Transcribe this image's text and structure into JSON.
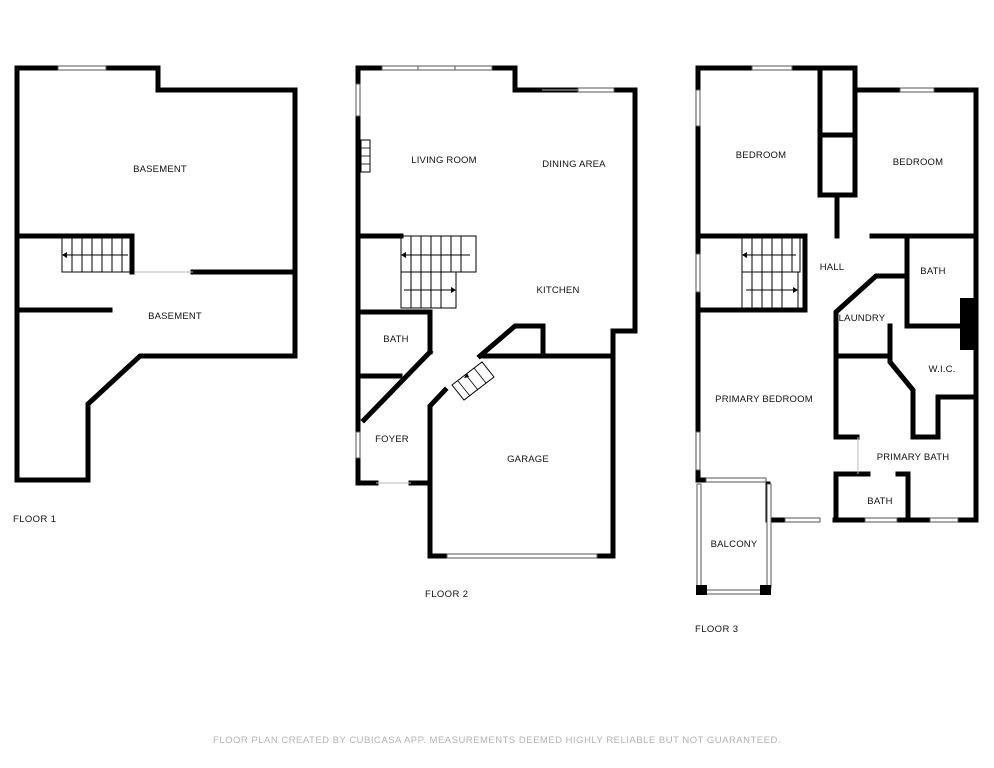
{
  "floors": [
    {
      "label": "FLOOR 1",
      "rooms": [
        "BASEMENT",
        "BASEMENT"
      ]
    },
    {
      "label": "FLOOR 2",
      "rooms": [
        "LIVING ROOM",
        "DINING AREA",
        "KITCHEN",
        "BATH",
        "FOYER",
        "GARAGE"
      ]
    },
    {
      "label": "FLOOR 3",
      "rooms": [
        "BEDROOM",
        "BEDROOM",
        "HALL",
        "BATH",
        "LAUNDRY",
        "W.I.C.",
        "PRIMARY BEDROOM",
        "PRIMARY BATH",
        "BATH",
        "BALCONY"
      ]
    }
  ],
  "footer": "FLOOR PLAN CREATED BY CUBICASA APP. MEASUREMENTS DEEMED HIGHLY RELIABLE BUT NOT GUARANTEED."
}
